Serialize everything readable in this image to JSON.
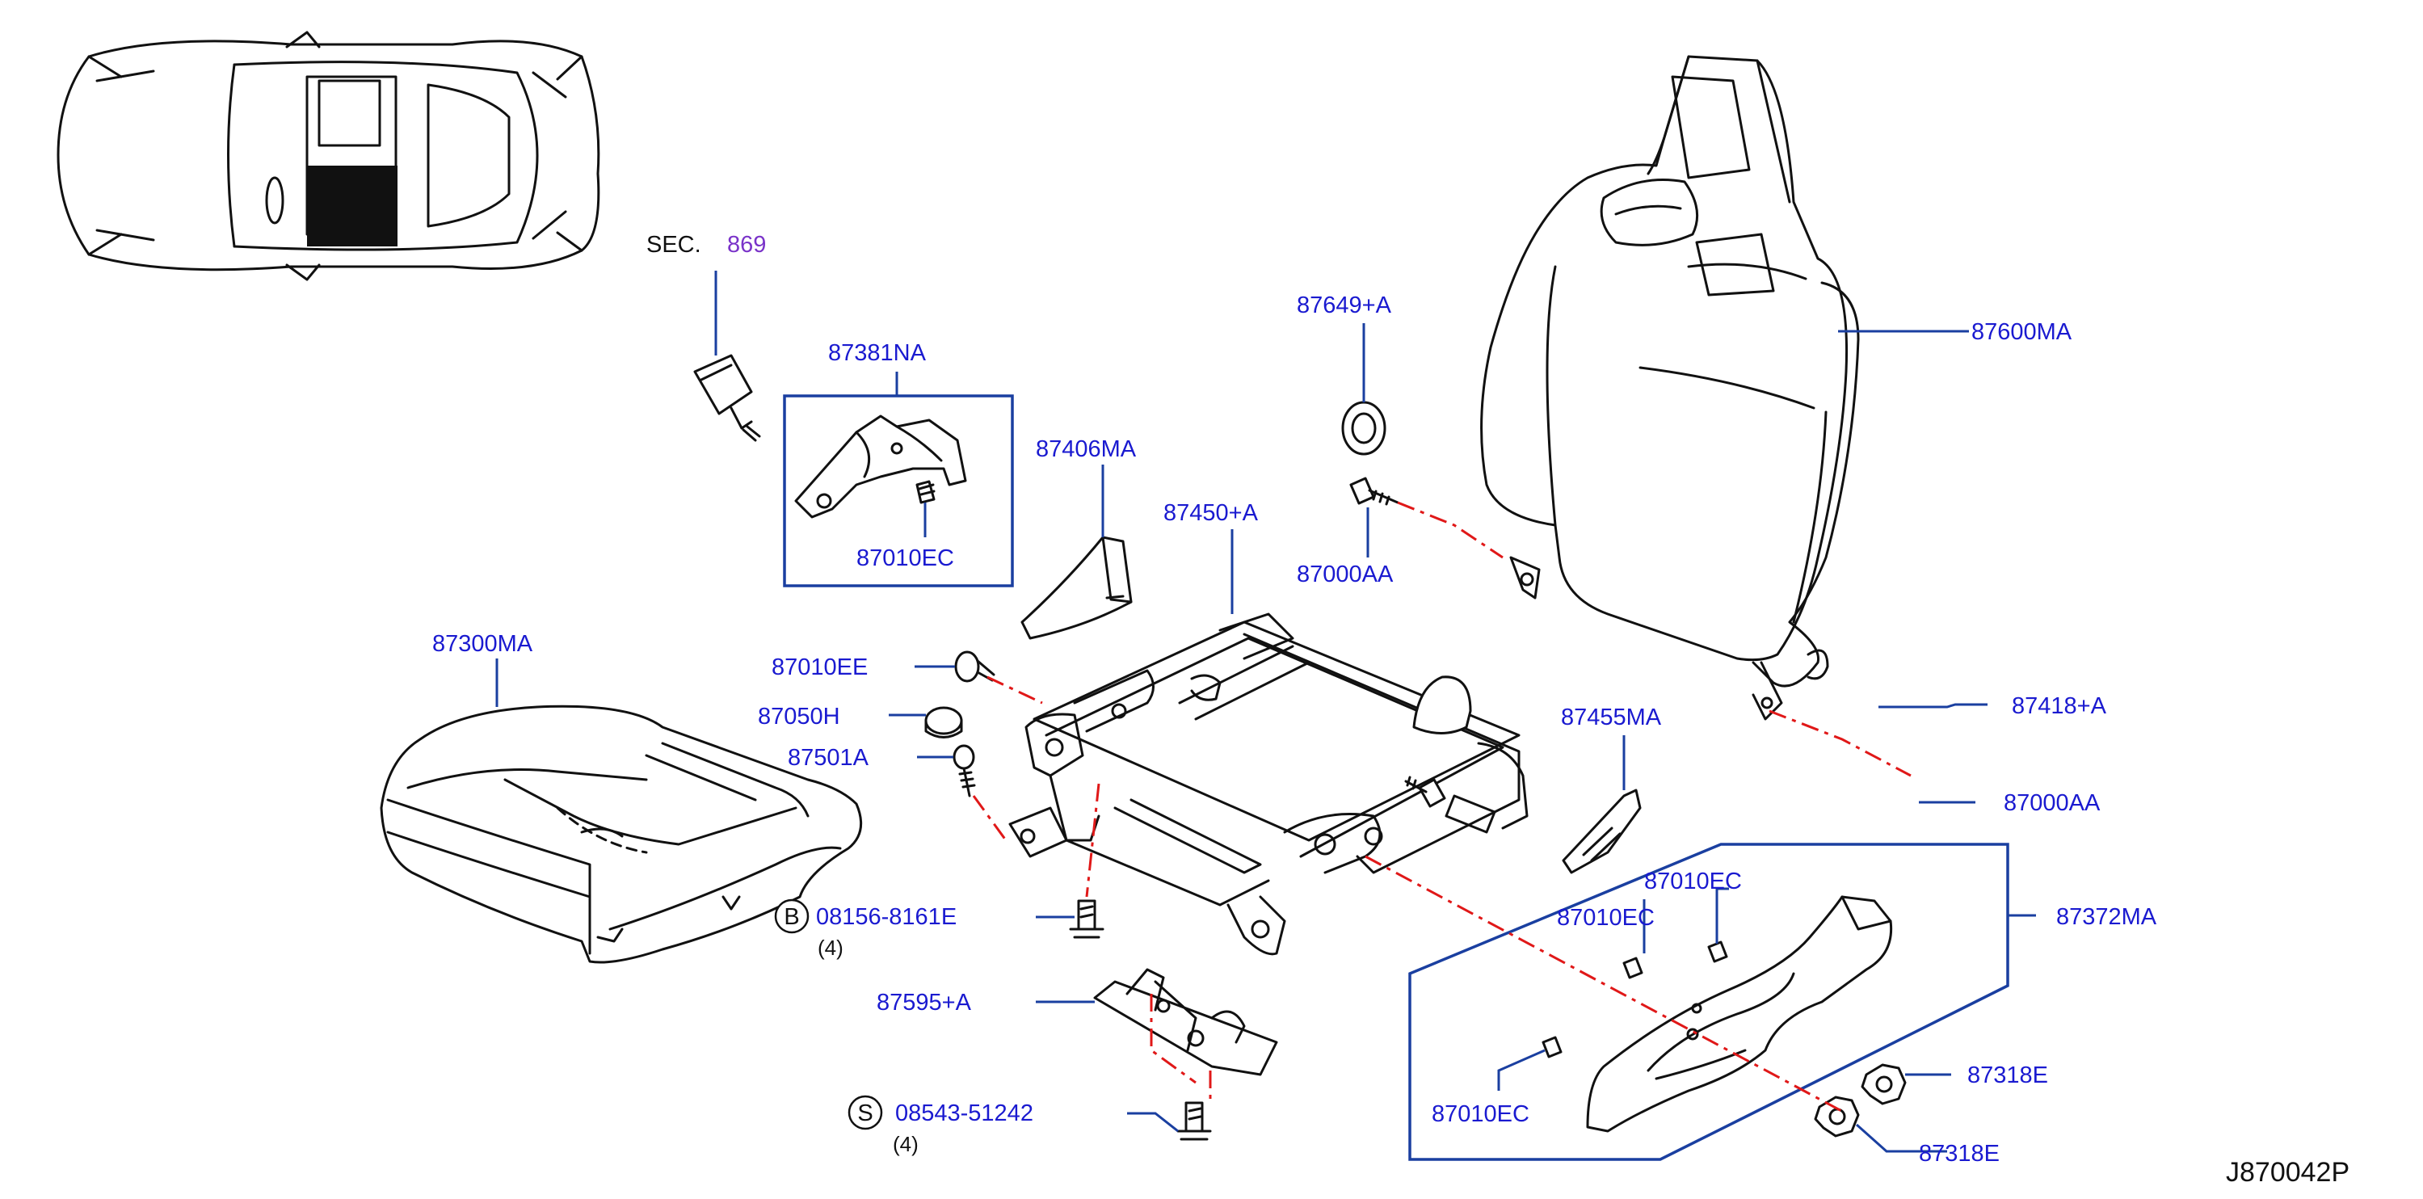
{
  "diagram": {
    "reference_code": "J870042P",
    "section_ref": {
      "prefix": "SEC.",
      "number": "869"
    },
    "callouts": [
      {
        "id": "87600MA",
        "label": "87600MA"
      },
      {
        "id": "87649A",
        "label": "87649+A"
      },
      {
        "id": "87000AA_top",
        "label": "87000AA"
      },
      {
        "id": "87381NA",
        "label": "87381NA"
      },
      {
        "id": "87010EC_box",
        "label": "87010EC"
      },
      {
        "id": "87406MA",
        "label": "87406MA"
      },
      {
        "id": "87450A",
        "label": "87450+A"
      },
      {
        "id": "87300MA",
        "label": "87300MA"
      },
      {
        "id": "87010EE",
        "label": "87010EE"
      },
      {
        "id": "87050H",
        "label": "87050H"
      },
      {
        "id": "87501A",
        "label": "87501A"
      },
      {
        "id": "87455MA",
        "label": "87455MA"
      },
      {
        "id": "87418A",
        "label": "87418+A"
      },
      {
        "id": "87000AA_bottom",
        "label": "87000AA"
      },
      {
        "id": "87010EC_a",
        "label": "87010EC"
      },
      {
        "id": "87010EC_b",
        "label": "87010EC"
      },
      {
        "id": "87372MA",
        "label": "87372MA"
      },
      {
        "id": "87010EC_c",
        "label": "87010EC"
      },
      {
        "id": "87318E_a",
        "label": "87318E"
      },
      {
        "id": "87318E_b",
        "label": "87318E"
      },
      {
        "id": "08156",
        "label": "08156-8161E",
        "badge": "B",
        "qty": "(4)"
      },
      {
        "id": "87595A",
        "label": "87595+A"
      },
      {
        "id": "08543",
        "label": "08543-51242",
        "badge": "S",
        "qty": "(4)"
      }
    ]
  }
}
